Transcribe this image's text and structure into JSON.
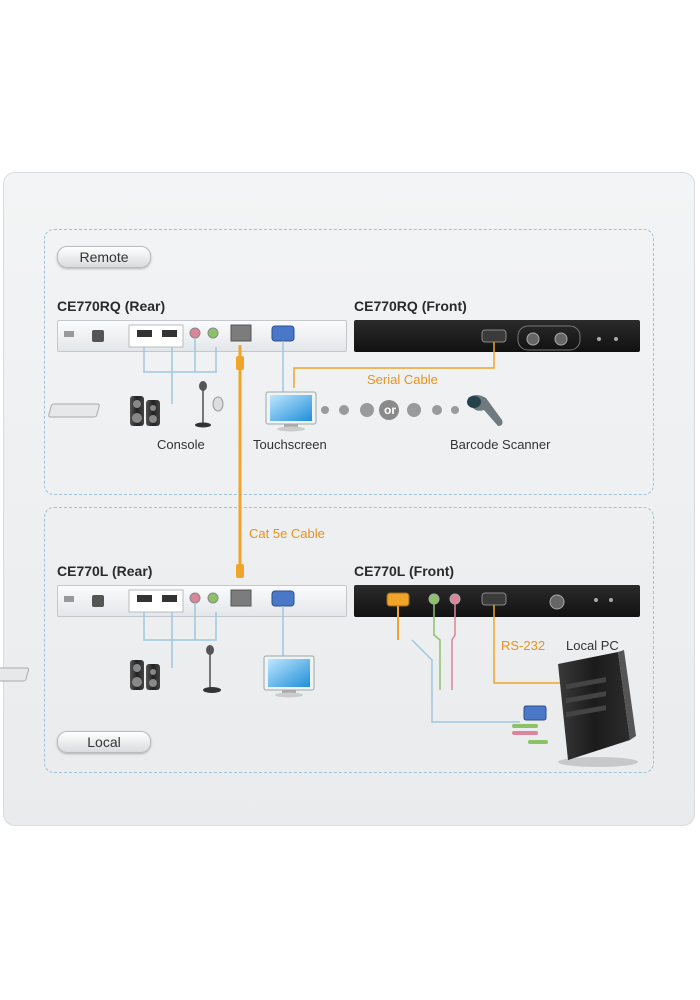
{
  "zones": {
    "remote": {
      "pill_label": "Remote",
      "rear_title": "CE770RQ (Rear)",
      "front_title": "CE770RQ (Front)",
      "serial_cable_label": "Serial Cable",
      "console_label": "Console",
      "touchscreen_label": "Touchscreen",
      "or_label": "or",
      "barcode_label": "Barcode Scanner"
    },
    "local": {
      "pill_label": "Local",
      "rear_title": "CE770L (Rear)",
      "front_title": "CE770L (Front)",
      "rs232_label": "RS-232",
      "local_pc_label": "Local PC"
    }
  },
  "cat5e_cable_label": "Cat 5e Cable",
  "colors": {
    "cable_orange": "#f0a52a",
    "cable_blue": "#9fc7dd",
    "zone_border": "#9fc2d8",
    "front_panel": "#1a1a1a"
  },
  "icons": [
    "usb-port-icon",
    "audio-jack-icon",
    "rj45-port-icon",
    "vga-port-icon",
    "speaker-icon",
    "keyboard-icon",
    "microphone-icon",
    "mouse-icon",
    "monitor-icon",
    "barcode-scanner-icon",
    "pc-tower-icon"
  ]
}
